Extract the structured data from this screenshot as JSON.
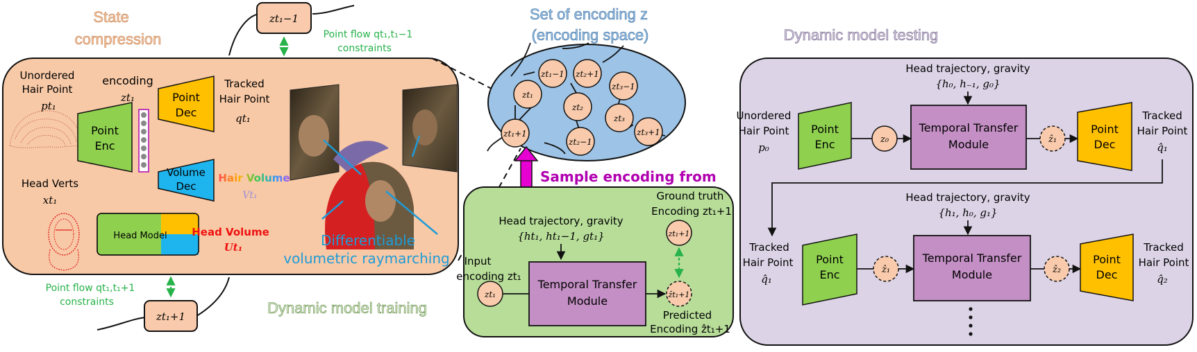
{
  "state_compression": {
    "title_line1": "State",
    "title_line2": "compression",
    "unordered_line1": "Unordered",
    "unordered_line2": "Hair Point",
    "unordered_symbol": "pt₁",
    "encoding_label": "encoding",
    "encoding_symbol": "zt₁",
    "point_enc": [
      "Point",
      "Enc"
    ],
    "point_dec": [
      "Point",
      "Dec"
    ],
    "volume_dec": [
      "Volume",
      "Dec"
    ],
    "tracked_line1": "Tracked",
    "tracked_line2": "Hair Point",
    "tracked_symbol": "qt₁",
    "hair_volume_label": "Hair Volume",
    "hair_volume_symbol": "Vt₁",
    "head_verts_label": "Head Verts",
    "head_verts_symbol": "xt₁",
    "head_model_label": "Head Model",
    "head_volume_label": "Head Volume",
    "head_volume_symbol": "Ut₁",
    "diff_line1": "Differentiable",
    "diff_line2": "volumetric raymarching",
    "top_node": "zt₁−1",
    "bottom_node": "zt₁+1",
    "flow_top_line1": "Point flow qt₁,t₁−1",
    "flow_top_line2": "constraints",
    "flow_bottom_line1": "Point flow qt₁,t₁+1",
    "flow_bottom_line2": "constraints"
  },
  "encoding_space": {
    "title_line1": "Set of encoding z",
    "title_line2": "(encoding space)",
    "nodes": [
      "zt₁−1",
      "zt₂+1",
      "zt₁",
      "zt₂",
      "zt₃−1",
      "zt₃",
      "zt₁+1",
      "zt₂−1",
      "zt₃+1"
    ]
  },
  "sample_label": "Sample encoding from",
  "training": {
    "title": "Dynamic model training",
    "input_line1": "Input",
    "input_line2": "encoding zt₁",
    "input_node": "zt₁",
    "head_line1": "Head trajectory, gravity",
    "head_line2": "{ht₁, ht₁−1, gt₁}",
    "module_line1": "Temporal Transfer",
    "module_line2": "Module",
    "gt_line1": "Ground truth",
    "gt_line2": "Encoding zt₁+1",
    "gt_node": "zt₁+1",
    "pred_node": "ẑt₁+1",
    "pred_line1": "Predicted",
    "pred_line2": "Encoding ẑt₁+1"
  },
  "testing": {
    "title": "Dynamic model testing",
    "row1": {
      "head_line1": "Head trajectory, gravity",
      "head_line2": "{h₀, h₋₁, g₀}",
      "left_line1": "Unordered",
      "left_line2": "Hair Point",
      "left_symbol": "p₀",
      "enc": [
        "Point",
        "Enc"
      ],
      "z_node": "z₀",
      "module_line1": "Temporal Transfer",
      "module_line2": "Module",
      "out_node": "ẑ₁",
      "dec": [
        "Point",
        "Dec"
      ],
      "right_line1": "Tracked",
      "right_line2": "Hair Point",
      "right_symbol": "q̂₁"
    },
    "row2": {
      "head_line1": "Head trajectory, gravity",
      "head_line2": "{h₁, h₀, g₁}",
      "left_line1": "Tracked",
      "left_line2": "Hair Point",
      "left_symbol": "q̂₁",
      "enc": [
        "Point",
        "Enc"
      ],
      "z_node": "ẑ₁",
      "module_line1": "Temporal Transfer",
      "module_line2": "Module",
      "out_node": "ẑ₂",
      "dec": [
        "Point",
        "Dec"
      ],
      "right_line1": "Tracked",
      "right_line2": "Hair Point",
      "right_symbol": "q̂₂"
    }
  },
  "colors": {
    "state_panel": "#f8c9a6",
    "enc_green": "#8fd14f",
    "dec_yellow": "#ffc000",
    "vol_blue": "#1eb4ee",
    "module_purple": "#c38fc4",
    "training_panel": "#b7dd99",
    "testing_panel": "#dcd3e6",
    "encoding_blue": "#9dc3e6",
    "node_fill": "#f9cbac",
    "magenta": "#e600d2",
    "flow_green": "#27b24a",
    "red": "#ee1111"
  }
}
